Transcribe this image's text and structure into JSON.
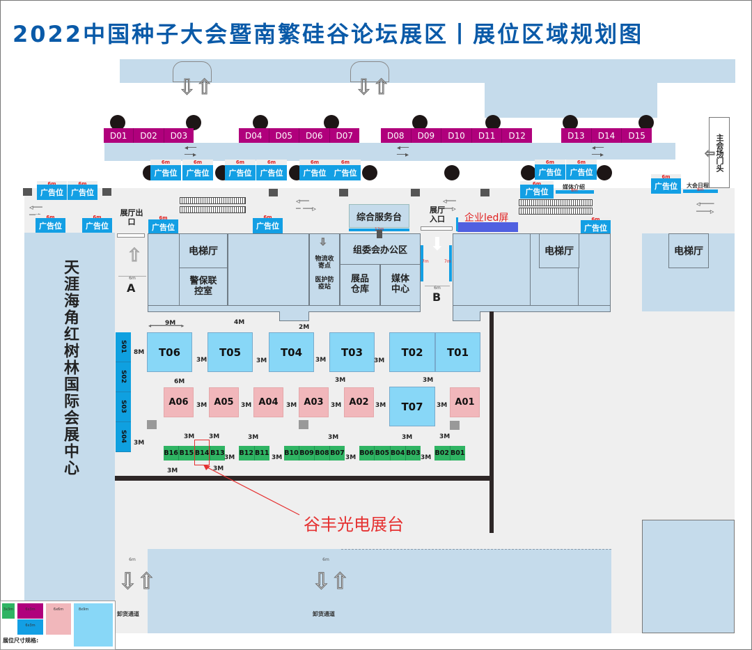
{
  "title": "2022中国种子大会暨南繁硅谷论坛展区丨展位区域规划图",
  "colors": {
    "title": "#0a5aa8",
    "d_booth": "#b0007c",
    "ad_booth": "#139fe4",
    "t_booth": "#88d7f7",
    "a_booth": "#f1b7bb",
    "b_booth": "#2fb463",
    "building": "#c5dbeb",
    "annotation": "#e02020",
    "led": "#5060e0"
  },
  "d_booths": {
    "group1": [
      "D01",
      "D02",
      "D03"
    ],
    "group2": [
      "D04",
      "D05",
      "D06",
      "D07"
    ],
    "group3": [
      "D08",
      "D09",
      "D10",
      "D11",
      "D12"
    ],
    "group4": [
      "D13",
      "D14",
      "D15"
    ]
  },
  "ads": {
    "label": "广告位",
    "size": "6m"
  },
  "media_intro": {
    "label": "媒体介绍",
    "size": "8m"
  },
  "schedule": {
    "label": "大会日程",
    "size": "8m"
  },
  "main_hall_door": "主会场门头",
  "service_desk": {
    "label": "综合服务台",
    "size": "12m"
  },
  "hall_exit": "展厅出口",
  "hall_entry": "展厅入口",
  "led_screen": "企业led屏",
  "rooms": {
    "elevator": "电梯厅",
    "security": "警保联控室",
    "logistics": "物流收寄点",
    "medical": "医护防疫站",
    "committee": "组委会办公区",
    "warehouse": "展品仓库",
    "media_center": "媒体中心"
  },
  "gates": {
    "a": "A",
    "b": "B",
    "gate_width": "6m",
    "b_side": "7m"
  },
  "venue_name": "天涯海角红树林国际会展中心",
  "t_booths": [
    "T06",
    "T05",
    "T04",
    "T03",
    "T02",
    "T01",
    "T07"
  ],
  "a_booths": [
    "A06",
    "A05",
    "A04",
    "A03",
    "A02",
    "A01"
  ],
  "s_booths": [
    "S01",
    "S02",
    "S03",
    "S04"
  ],
  "b_booths": {
    "group1": [
      "B16",
      "B15",
      "B14",
      "B13"
    ],
    "group2": [
      "B12",
      "B11"
    ],
    "group3": [
      "B10",
      "B09",
      "B08",
      "B07"
    ],
    "group4": [
      "B06",
      "B05",
      "B04",
      "B03"
    ],
    "group5": [
      "B02",
      "B01"
    ]
  },
  "dims": {
    "t_width": "9M",
    "t_height": "8M",
    "a_width": "6M",
    "aisle3": "3M",
    "aisle4": "4M",
    "aisle2": "2M"
  },
  "highlight": {
    "booth": "B14",
    "label": "谷丰光电展台"
  },
  "unloading": {
    "label": "卸货通道",
    "width": "6m"
  },
  "legend": {
    "title": "展位尺寸规格:",
    "items": [
      {
        "label": "3x3m",
        "color": "#2fb463"
      },
      {
        "label": "6x3m",
        "color": "#b0007c"
      },
      {
        "label": "6x3m",
        "color": "#139fe4"
      },
      {
        "label": "6x6m",
        "color": "#f1b7bb"
      },
      {
        "label": "8x9m",
        "color": "#88d7f7"
      }
    ]
  }
}
